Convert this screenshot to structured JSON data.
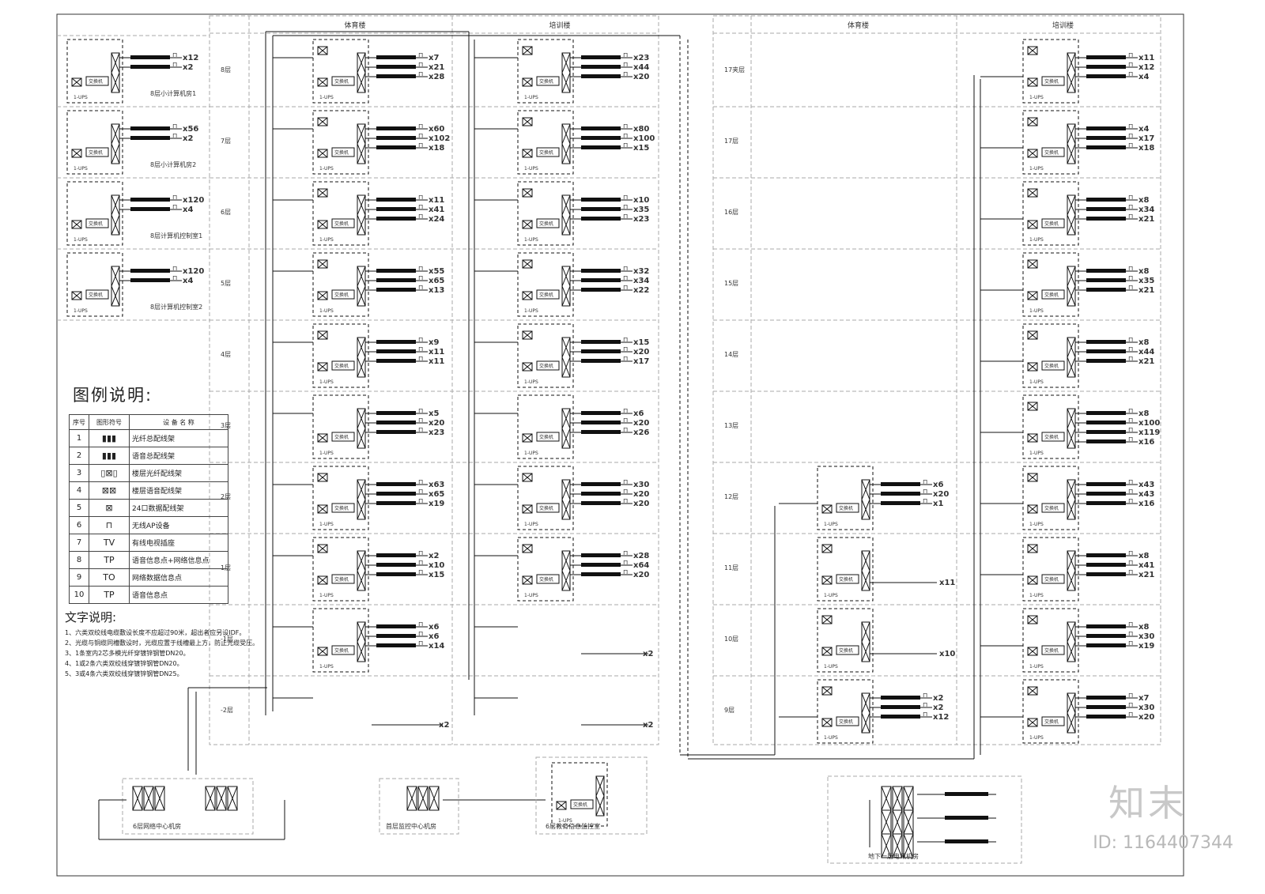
{
  "headers": {
    "left_sports": "体育楼",
    "left_training": "培训楼",
    "right_sports": "体育楼",
    "right_training": "培训楼"
  },
  "left_floors": [
    "8层",
    "7层",
    "6层",
    "5层",
    "4层",
    "3层",
    "2层",
    "1层",
    "-1层",
    "-2层"
  ],
  "right_floors": [
    "17夹层",
    "17层",
    "16层",
    "15层",
    "14层",
    "13层",
    "12层",
    "11层",
    "10层",
    "9层"
  ],
  "rooms": [
    "8层小计算机房1",
    "8层小计算机房2",
    "8层计算机控制室1",
    "8层计算机控制室2"
  ],
  "switch_label": "交换机",
  "room_counts": [
    [
      "x12",
      "x2"
    ],
    [
      "x56",
      "x2"
    ],
    [
      "x120",
      "x4"
    ],
    [
      "x120",
      "x4"
    ]
  ],
  "sports_counts": [
    [
      "x7",
      "x21",
      "x28"
    ],
    [
      "x60",
      "x102",
      "x18"
    ],
    [
      "x11",
      "x41",
      "x24"
    ],
    [
      "x55",
      "x65",
      "x13"
    ],
    [
      "x9",
      "x11",
      "x11"
    ],
    [
      "x5",
      "x20",
      "x23"
    ],
    [
      "x63",
      "x65",
      "x19"
    ],
    [
      "x2",
      "x10",
      "x15"
    ],
    [
      "x6",
      "x6",
      "x14"
    ],
    [
      "x2"
    ]
  ],
  "training_counts": [
    [
      "x23",
      "x44",
      "x20"
    ],
    [
      "x80",
      "x100",
      "x15"
    ],
    [
      "x10",
      "x35",
      "x23"
    ],
    [
      "x32",
      "x34",
      "x22"
    ],
    [
      "x15",
      "x20",
      "x17"
    ],
    [
      "x6",
      "x20",
      "x26"
    ],
    [
      "x30",
      "x20",
      "x20"
    ],
    [
      "x28",
      "x64",
      "x20"
    ],
    [
      "x2"
    ],
    [
      "x2"
    ]
  ],
  "right_sports_counts": [
    [],
    [],
    [],
    [],
    [],
    [],
    [
      "x6",
      "x20",
      "x1"
    ],
    [
      "x11"
    ],
    [
      "x10"
    ],
    [
      "x2",
      "x2",
      "x12"
    ]
  ],
  "right_training_counts": [
    [
      "x11",
      "x12",
      "x4"
    ],
    [
      "x4",
      "x17",
      "x18"
    ],
    [
      "x8",
      "x34",
      "x21"
    ],
    [
      "x8",
      "x35",
      "x21"
    ],
    [
      "x8",
      "x44",
      "x21"
    ],
    [
      "x8",
      "x100",
      "x119",
      "x16"
    ],
    [
      "x43",
      "x43",
      "x16"
    ],
    [
      "x8",
      "x41",
      "x21"
    ],
    [
      "x8",
      "x30",
      "x19"
    ],
    [
      "x7",
      "x30",
      "x20"
    ]
  ],
  "legend": {
    "title": "图例说明:",
    "headers": [
      "序号",
      "图形符号",
      "设 备 名 称"
    ],
    "rows": [
      {
        "no": "1",
        "symbol": "▮▮▮",
        "name": "光纤总配线架"
      },
      {
        "no": "2",
        "symbol": "▮▮▮",
        "name": "语音总配线架"
      },
      {
        "no": "3",
        "symbol": "▯⊠▯",
        "name": "楼层光纤配线架"
      },
      {
        "no": "4",
        "symbol": "⊠⊠",
        "name": "楼层语音配线架"
      },
      {
        "no": "5",
        "symbol": "⊠",
        "name": "24口数据配线架"
      },
      {
        "no": "6",
        "symbol": "⊓",
        "name": "无线AP设备"
      },
      {
        "no": "7",
        "symbol": "TV",
        "name": "有线电视插座"
      },
      {
        "no": "8",
        "symbol": "TP",
        "name": "语音信息点+网络信息点"
      },
      {
        "no": "9",
        "symbol": "TO",
        "name": "网络数据信息点"
      },
      {
        "no": "10",
        "symbol": "TP",
        "name": "语音信息点"
      }
    ]
  },
  "text_notes": {
    "title": "文字说明:",
    "lines": [
      "1、六类双绞线电缆敷设长度不应超过90米，超出者应另设IDF。",
      "2、光缆与铜缆同槽敷设时，光缆应置于线槽最上方，防止光缆受压。",
      "3、1条室内2芯多模光纤穿镀锌钢管DN20。",
      "4、1或2条六类双绞线穿镀锌钢管DN20。",
      "5、3或4条六类双绞线穿镀锌钢管DN25。"
    ]
  },
  "bottom_rooms": [
    "6层网络中心机房",
    "首层监控中心机房",
    "6层教育信息监控室",
    "地下一层电讯机房"
  ],
  "watermark": {
    "logo": "知末",
    "id": "ID: 1164407344"
  }
}
